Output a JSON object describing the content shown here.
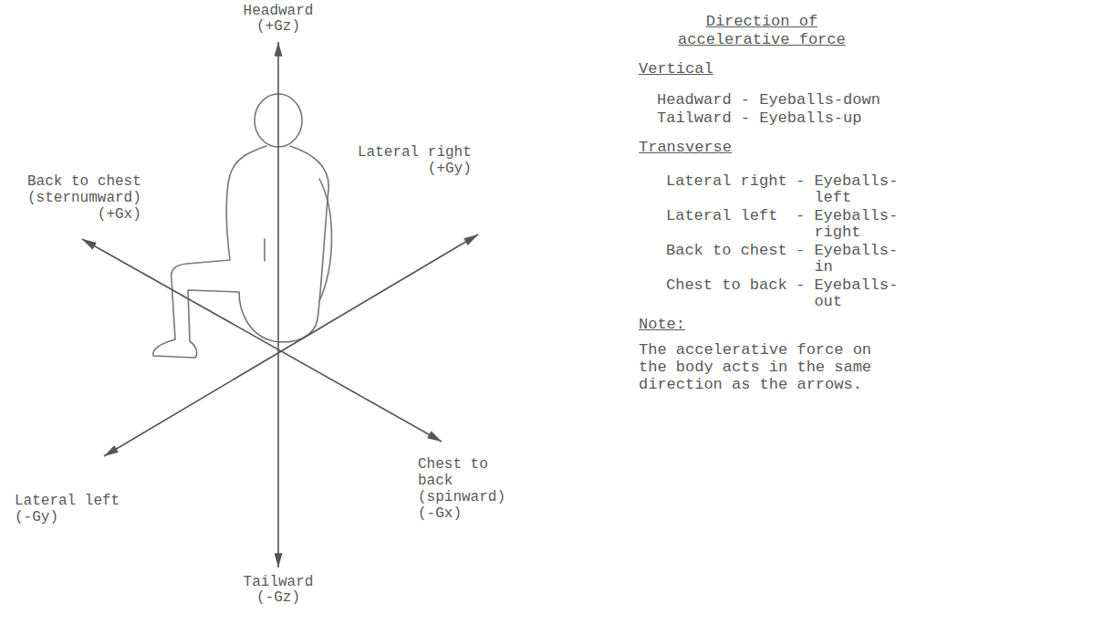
{
  "diagram": {
    "title": "Direction of accelerative force",
    "labels": [
      "Headward (+Gz)",
      "Back to chest (sternumward) (+Gx)",
      "Lateral right (+Gy)",
      "Lateral left (-Gy)",
      "Chest to back (spinward) (-Gx)",
      "Tailward (-Gz)",
      "Vertical",
      "Headward - Eyeballs-down",
      "Tailward - Eyeballs-up",
      "Transverse",
      "Lateral right",
      "- Eyeballs-left",
      "Lateral left",
      "- Eyeballs-right",
      "Back to chest",
      "- Eyeballs-in",
      "Chest to back",
      "- Eyeballs-out",
      "Note:",
      "The accelerative force on the body acts in the same direction as the arrows."
    ]
  }
}
